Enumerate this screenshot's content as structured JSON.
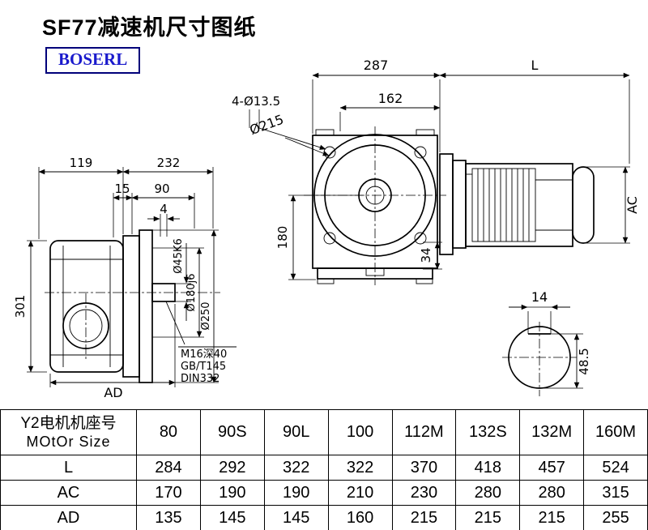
{
  "title": "SF77减速机尺寸图纸",
  "logo": "BOSERL",
  "drawing": {
    "dim_287": "287",
    "dim_L": "L",
    "dim_162": "162",
    "label_holes": "4-Ø13.5",
    "label_flange_dia": "Ø215",
    "dim_119": "119",
    "dim_232": "232",
    "dim_15": "15",
    "dim_90": "90",
    "dim_4": "4",
    "label_shaft_dia": "Ø45K6",
    "label_spigot_dia": "Ø180j6",
    "label_flange_od": "Ø250",
    "dim_180": "180",
    "dim_34": "34",
    "dim_AC": "AC",
    "dim_301": "301",
    "dim_AD": "AD",
    "note_m16": "M16深40",
    "note_gb": "GB/T145",
    "note_din": "DIN332",
    "dim_14": "14",
    "dim_48_5": "48.5"
  },
  "table": {
    "header_line1": "Y2电机机座号",
    "header_line2": "MOtOr Size",
    "columns": [
      "80",
      "90S",
      "90L",
      "100",
      "112M",
      "132S",
      "132M",
      "160M"
    ],
    "rows": [
      {
        "label": "L",
        "values": [
          "284",
          "292",
          "322",
          "322",
          "370",
          "418",
          "457",
          "524"
        ]
      },
      {
        "label": "AC",
        "values": [
          "170",
          "190",
          "190",
          "210",
          "230",
          "280",
          "280",
          "315"
        ]
      },
      {
        "label": "AD",
        "values": [
          "135",
          "145",
          "145",
          "160",
          "215",
          "215",
          "215",
          "255"
        ]
      }
    ]
  }
}
